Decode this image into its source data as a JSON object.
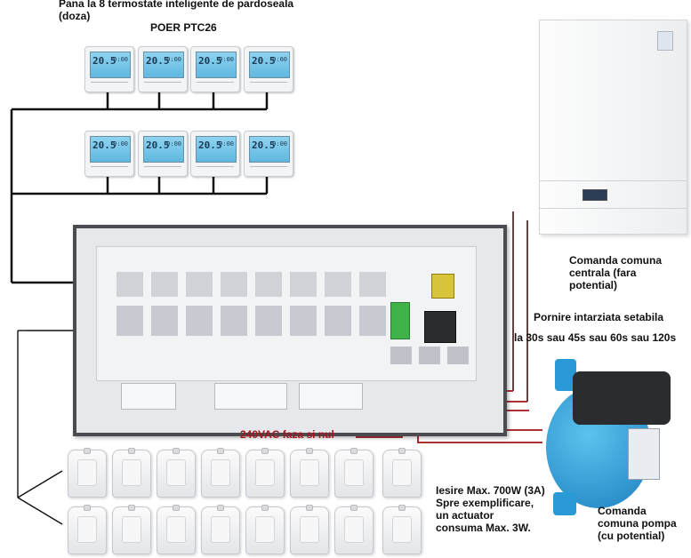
{
  "header": {
    "line1": "Pana la 8 termostate inteligente de pardoseala",
    "line2": "(doza)",
    "product": "POER PTC26"
  },
  "thermostat_display": {
    "temp": "20.5",
    "time": "9:00"
  },
  "labels": {
    "central_1": "Comanda comuna",
    "central_2": "centrala (fara",
    "central_3": "potential)",
    "delay_1": "Pornire intarziata setabila",
    "delay_2": "la 30s sau 45s sau 60s sau 120s",
    "power": "240VAC faza si nul",
    "output_1": "Iesire Max. 700W (3A)",
    "output_2": "Spre exemplificare,",
    "output_3": "un actuator",
    "output_4": "consuma Max. 3W.",
    "pump_1": "Comanda",
    "pump_2": "comuna pompa",
    "pump_3": "(cu potential)"
  },
  "colors": {
    "wire": "#111111",
    "power_wire": "#a3141c",
    "screen": "#8fd3f0",
    "pump": "#1f8fd0",
    "board": "#e9ecef"
  }
}
